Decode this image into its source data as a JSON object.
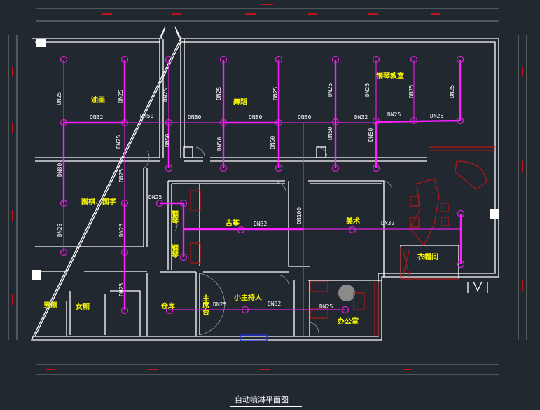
{
  "drawing": {
    "title": "自动喷淋平面图",
    "colors": {
      "background": "#212830",
      "walls": "#ffffff",
      "pipes": "#ff1fff",
      "room_labels": "#ffff00",
      "furniture": "#b01818",
      "dimensions": "#9aa0a6"
    },
    "rooms": [
      "油画",
      "舞蹈",
      "钢琴教室",
      "围棋、国学",
      "钢琴",
      "钢琴",
      "古筝",
      "美术",
      "衣帽间",
      "男厕",
      "女厕",
      "仓库",
      "主席台",
      "小主持人",
      "办公室"
    ],
    "pipe_labels": [
      "DN25",
      "DN25",
      "DN25",
      "DN25",
      "DN25",
      "DN25",
      "DN25",
      "DN25",
      "DN25",
      "DN32",
      "DN50",
      "DN80",
      "DN80",
      "DN50",
      "DN32",
      "DN25",
      "DN25",
      "DN25",
      "DN50",
      "DN50",
      "DN50",
      "DN50",
      "DN50",
      "DN80",
      "DN25",
      "DN25",
      "DN25",
      "DN25",
      "DN25",
      "DN32",
      "DN100",
      "DN32",
      "DN25",
      "DN32",
      "DN25"
    ]
  }
}
